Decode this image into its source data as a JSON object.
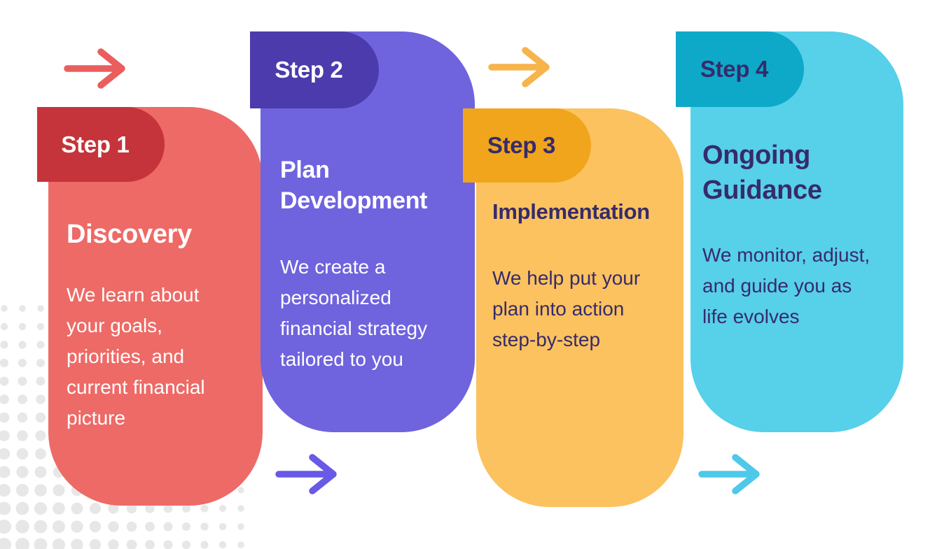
{
  "background_color": "#FFFFFF",
  "steps": [
    {
      "label": "Step 1",
      "title": "Discovery",
      "description": "We learn about\nyour goals,\npriorities, and\ncurrent financial\npicture",
      "card_color": "#ED6A66",
      "tab_color": "#C4343A",
      "text_color": "#FFFFFF"
    },
    {
      "label": "Step 2",
      "title": "Plan\nDevelopment",
      "description": "We create a\npersonalized\nfinancial strategy\ntailored to you",
      "card_color": "#6F63DE",
      "tab_color": "#4B3BAC",
      "text_color": "#FFFFFF"
    },
    {
      "label": "Step 3",
      "title": "Implementation",
      "description": "We help put your\nplan into action\nstep-by-step",
      "card_color": "#FBC25F",
      "tab_color": "#F0A51D",
      "text_color": "#362B6B"
    },
    {
      "label": "Step 4",
      "title": "Ongoing\nGuidance",
      "description": "We monitor, adjust,\nand guide you as\nlife evolves",
      "card_color": "#57D0E9",
      "tab_color": "#0EA9C9",
      "text_color": "#362B6B"
    }
  ],
  "arrows": [
    {
      "name": "arrow-after-step-1",
      "color": "#EA5E5E"
    },
    {
      "name": "arrow-after-step-2",
      "color": "#6859E6"
    },
    {
      "name": "arrow-after-step-3",
      "color": "#F6B44B"
    },
    {
      "name": "arrow-after-step-4",
      "color": "#4EC9E9"
    }
  ],
  "decoration": {
    "halftone_dot_color": "#E7E7E7"
  }
}
